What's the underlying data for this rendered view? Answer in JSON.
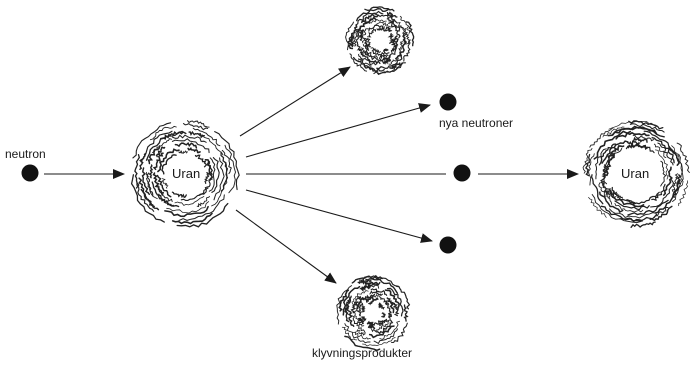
{
  "labels": {
    "incoming_neutron": "neutron",
    "uranium_left": "Uran",
    "new_neutrons": "nya neutroner",
    "uranium_right": "Uran",
    "fission_products": "klyvningsprodukter"
  },
  "colors": {
    "ink": "#1a1a1a",
    "background": "#ffffff"
  }
}
